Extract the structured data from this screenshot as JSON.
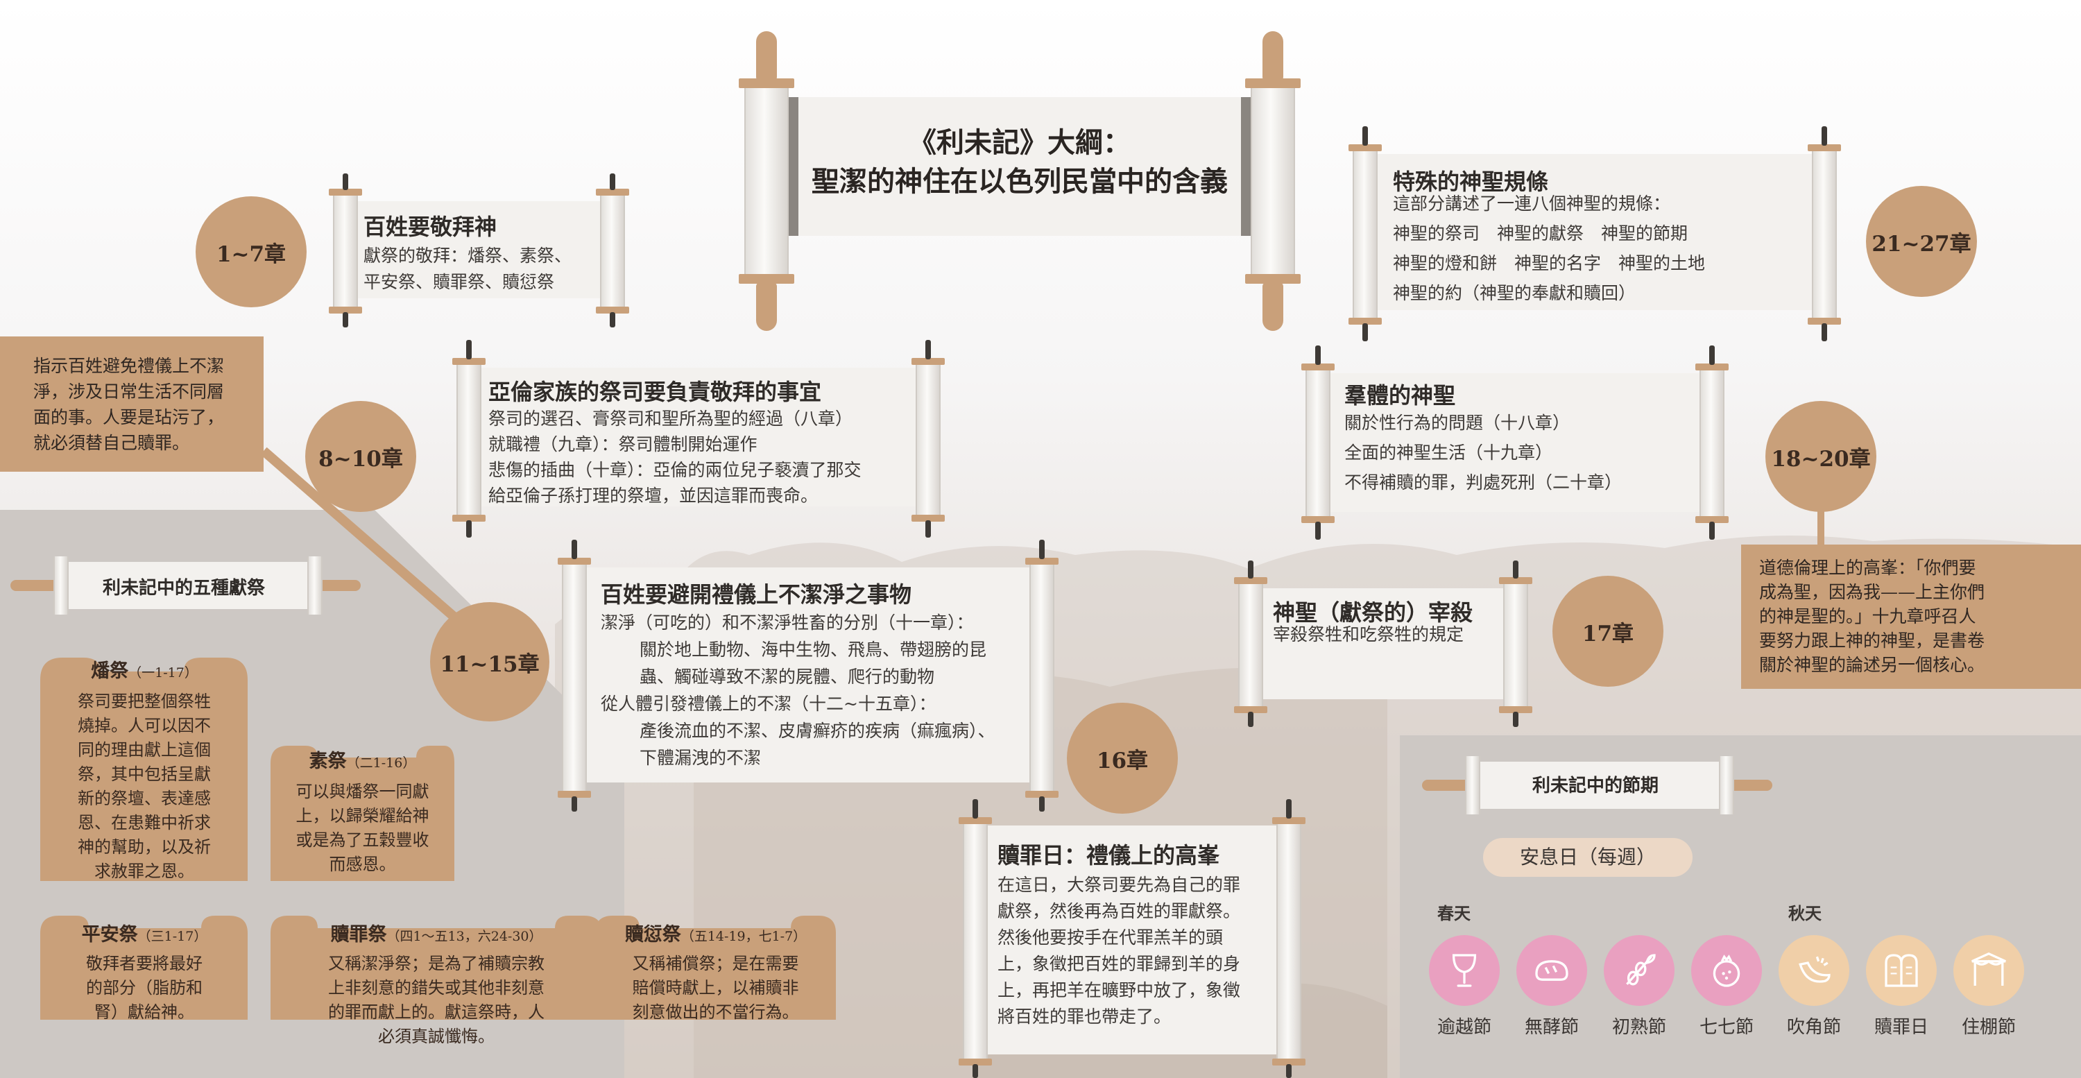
{
  "title": {
    "line1": "《利未記》大綱：",
    "line2": "聖潔的神住在以色列民當中的含義"
  },
  "sections": [
    {
      "chapters": "1~7章",
      "heading": "百姓要敬拜神",
      "lines": [
        "獻祭的敬拜：燔祭、素祭、",
        "平安祭、贖罪祭、贖愆祭"
      ]
    },
    {
      "chapters": "8~10章",
      "heading": "亞倫家族的祭司要負責敬拜的事宜",
      "lines": [
        "祭司的選召、膏祭司和聖所為聖的經過（八章）",
        "就職禮（九章）：祭司體制開始運作",
        "悲傷的插曲（十章）：亞倫的兩位兒子褻瀆了那交",
        "給亞倫子孫打理的祭壇，並因這罪而喪命。"
      ]
    },
    {
      "chapters": "11~15章",
      "heading": "百姓要避開禮儀上不潔淨之事物",
      "lines": [
        "潔淨（可吃的）和不潔淨牲畜的分別（十一章）：",
        "關於地上動物、海中生物、飛鳥、帶翅膀的昆",
        "蟲、觸碰導致不潔的屍體、爬行的動物",
        "從人體引發禮儀上的不潔（十二~十五章）：",
        "產後流血的不潔、皮膚癬疥的疾病（痲瘋病）、",
        "下體漏洩的不潔"
      ]
    },
    {
      "chapters": "16章",
      "heading": "贖罪日：禮儀上的高峯",
      "lines": [
        "在這日，大祭司要先為自己的罪",
        "獻祭，然後再為百姓的罪獻祭。",
        "然後他要按手在代罪羔羊的頭",
        "上，象徵把百姓的罪歸到羊的身",
        "上，再把羊在曠野中放了，象徵",
        "將百姓的罪也帶走了。"
      ]
    },
    {
      "chapters": "17章",
      "heading": "神聖（獻祭的）宰殺",
      "lines": [
        "宰殺祭牲和吃祭牲的規定"
      ]
    },
    {
      "chapters": "18~20章",
      "heading": "羣體的神聖",
      "lines": [
        "關於性行為的問題（十八章）",
        "全面的神聖生活（十九章）",
        "不得補贖的罪，判處死刑（二十章）"
      ]
    },
    {
      "chapters": "21~27章",
      "heading": "特殊的神聖規條",
      "lines": [
        "這部分講述了一連八個神聖的規條：",
        "神聖的祭司　神聖的獻祭　神聖的節期",
        "神聖的燈和餅　神聖的名字　神聖的土地",
        "神聖的約（神聖的奉獻和贖回）"
      ]
    }
  ],
  "note_left": [
    "指示百姓避免禮儀上不潔",
    "淨，涉及日常生活不同層",
    "面的事。人要是玷污了，",
    "就必須替自己贖罪。"
  ],
  "note_right": [
    "道德倫理上的高峯：「你們要",
    "成為聖，因為我——上主你們",
    "的神是聖的。」十九章呼召人",
    "要努力跟上神的神聖，是書卷",
    "關於神聖的論述另一個核心。"
  ],
  "offerings_panel": {
    "title": "利未記中的五種獻祭",
    "items": [
      {
        "name": "燔祭",
        "ref": "（一1-17）",
        "lines": [
          "祭司要把整個祭牲",
          "燒掉。人可以因不",
          "同的理由獻上這個",
          "祭，其中包括呈獻",
          "新的祭壇、表達感",
          "恩、在患難中祈求",
          "神的幫助，以及祈",
          "求赦罪之恩。"
        ]
      },
      {
        "name": "素祭",
        "ref": "（二1-16）",
        "lines": [
          "可以與燔祭一同獻",
          "上，以歸榮耀給神",
          "或是為了五穀豐收",
          "而感恩。"
        ]
      },
      {
        "name": "平安祭",
        "ref": "（三1-17）",
        "lines": [
          "敬拜者要將最好",
          "的部分（脂肪和",
          "腎）獻給神。"
        ]
      },
      {
        "name": "贖罪祭",
        "ref": "（四1～五13，六24-30）",
        "lines": [
          "又稱潔淨祭；是為了補贖宗教",
          "上非刻意的錯失或其他非刻意",
          "的罪而獻上的。獻這祭時，人",
          "必須真誠懺悔。"
        ]
      },
      {
        "name": "贖愆祭",
        "ref": "（五14-19，七1-7）",
        "lines": [
          "又稱補償祭；是在需要",
          "賠償時獻上，以補贖非",
          "刻意做出的不當行為。"
        ]
      }
    ]
  },
  "festivals_panel": {
    "title": "利未記中的節期",
    "sabbath": "安息日（每週）",
    "spring_label": "春天",
    "autumn_label": "秋天",
    "spring": [
      "逾越節",
      "無酵節",
      "初熟節",
      "七七節"
    ],
    "autumn": [
      "吹角節",
      "贖罪日",
      "住棚節"
    ],
    "spring_color": "#e9a0c0",
    "autumn_color": "#f0cfa8"
  },
  "colors": {
    "accent": "#c9a07a",
    "panel": "#cdc8c4",
    "paper": "#f3f1ee"
  }
}
